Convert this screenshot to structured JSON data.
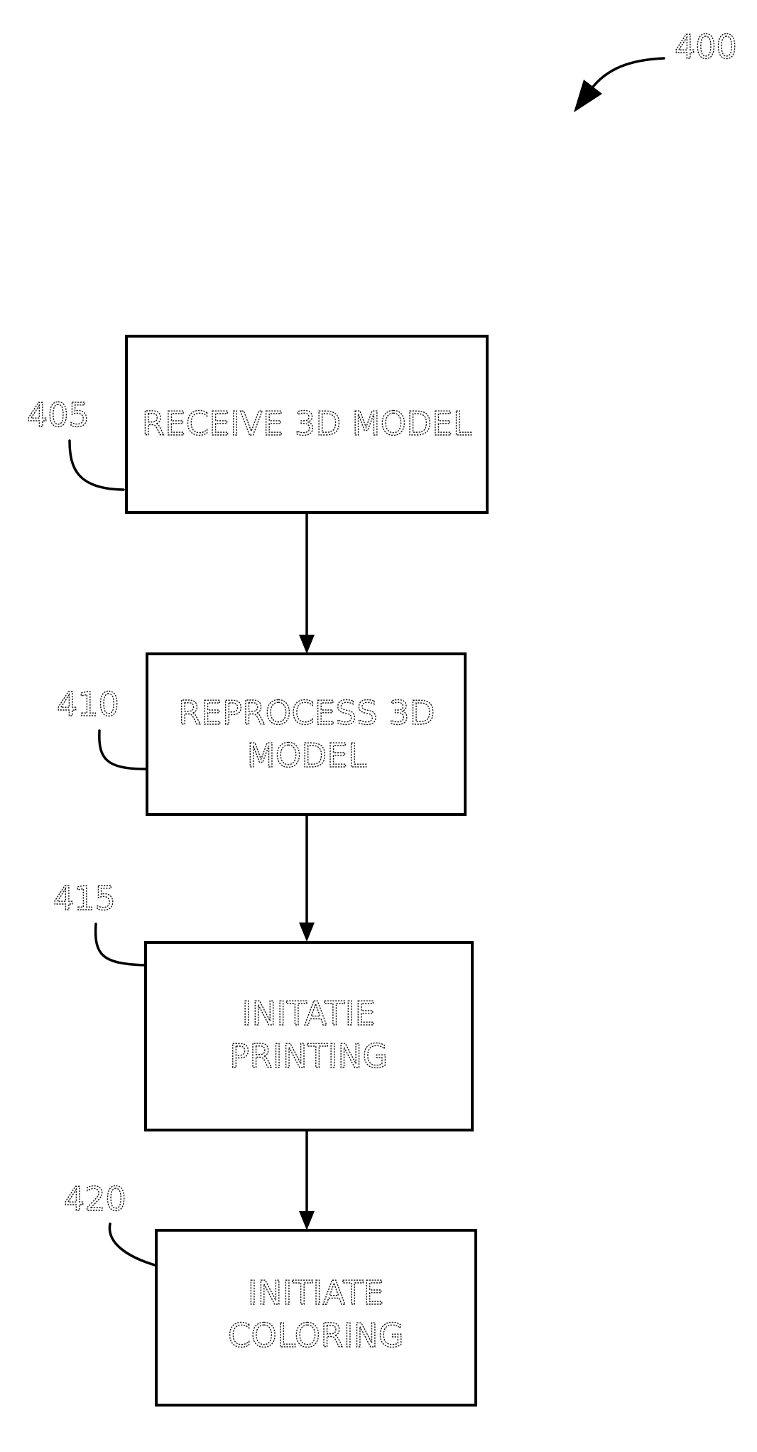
{
  "figure": {
    "ref": "400"
  },
  "steps": [
    {
      "ref": "405",
      "lines": [
        "RECEIVE 3D MODEL"
      ]
    },
    {
      "ref": "410",
      "lines": [
        "REPROCESS 3D",
        "MODEL"
      ]
    },
    {
      "ref": "415",
      "lines": [
        "INITATIE",
        "PRINTING"
      ]
    },
    {
      "ref": "420",
      "lines": [
        "INITIATE",
        "COLORING"
      ]
    }
  ],
  "colors": {
    "stroke": "#000000",
    "background": "#ffffff"
  }
}
